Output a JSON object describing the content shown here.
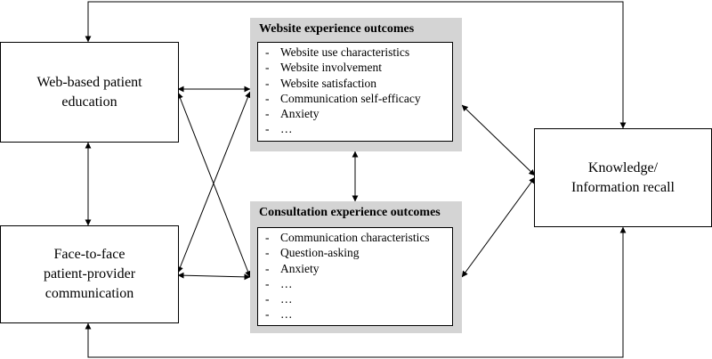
{
  "boxes": {
    "web_education": "Web-based patient\neducation",
    "face_to_face": "Face-to-face\npatient-provider\ncommunication",
    "knowledge": "Knowledge/\nInformation recall"
  },
  "website_outcomes": {
    "title": "Website experience outcomes",
    "items": [
      "Website use characteristics",
      "Website involvement",
      "Website satisfaction",
      "Communication self-efficacy",
      "Anxiety",
      "…"
    ]
  },
  "consultation_outcomes": {
    "title": "Consultation experience outcomes",
    "items": [
      "Communication characteristics",
      "Question-asking",
      "Anxiety",
      "…",
      "…",
      "…"
    ]
  },
  "bullet": "-"
}
